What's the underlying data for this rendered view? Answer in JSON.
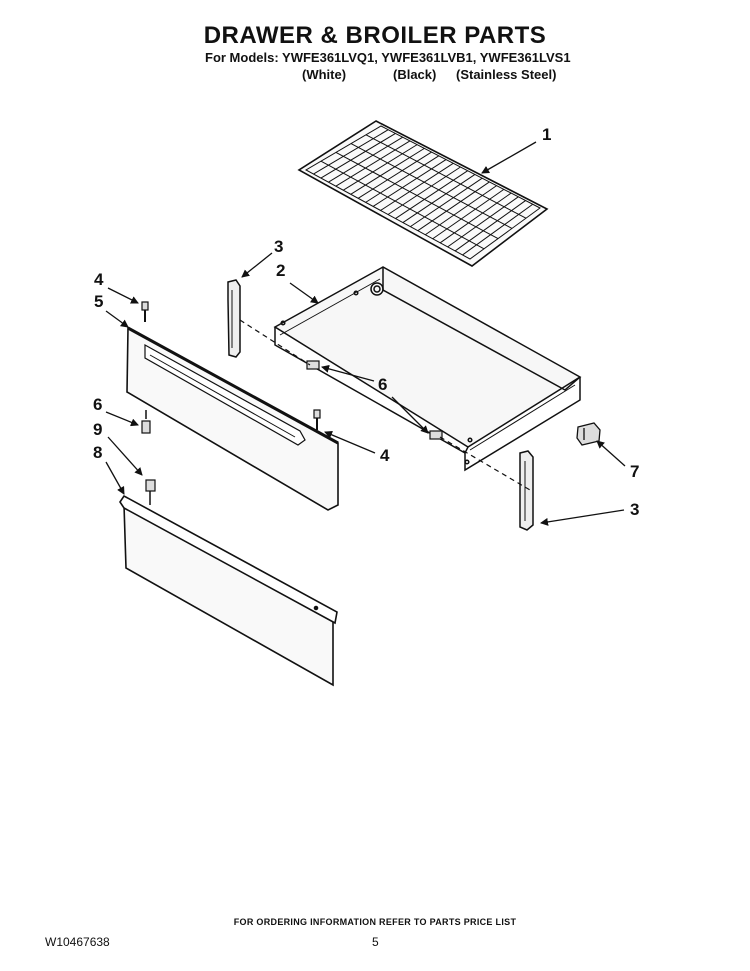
{
  "header": {
    "title": "DRAWER & BROILER PARTS",
    "models_line": "For Models: YWFE361LVQ1, YWFE361LVB1, YWFE361LVS1",
    "variants": [
      "(White)",
      "(Black)",
      "(Stainless Steel)"
    ]
  },
  "callouts": [
    {
      "id": "c1",
      "label": "1"
    },
    {
      "id": "c2",
      "label": "2"
    },
    {
      "id": "c3a",
      "label": "3"
    },
    {
      "id": "c3b",
      "label": "3"
    },
    {
      "id": "c4a",
      "label": "4"
    },
    {
      "id": "c4b",
      "label": "4"
    },
    {
      "id": "c5",
      "label": "5"
    },
    {
      "id": "c6a",
      "label": "6"
    },
    {
      "id": "c6b",
      "label": "6"
    },
    {
      "id": "c7",
      "label": "7"
    },
    {
      "id": "c8",
      "label": "8"
    },
    {
      "id": "c9",
      "label": "9"
    }
  ],
  "footer": {
    "ordering_note": "FOR ORDERING INFORMATION REFER TO PARTS PRICE LIST",
    "document_number": "W10467638",
    "page_number": "5"
  }
}
